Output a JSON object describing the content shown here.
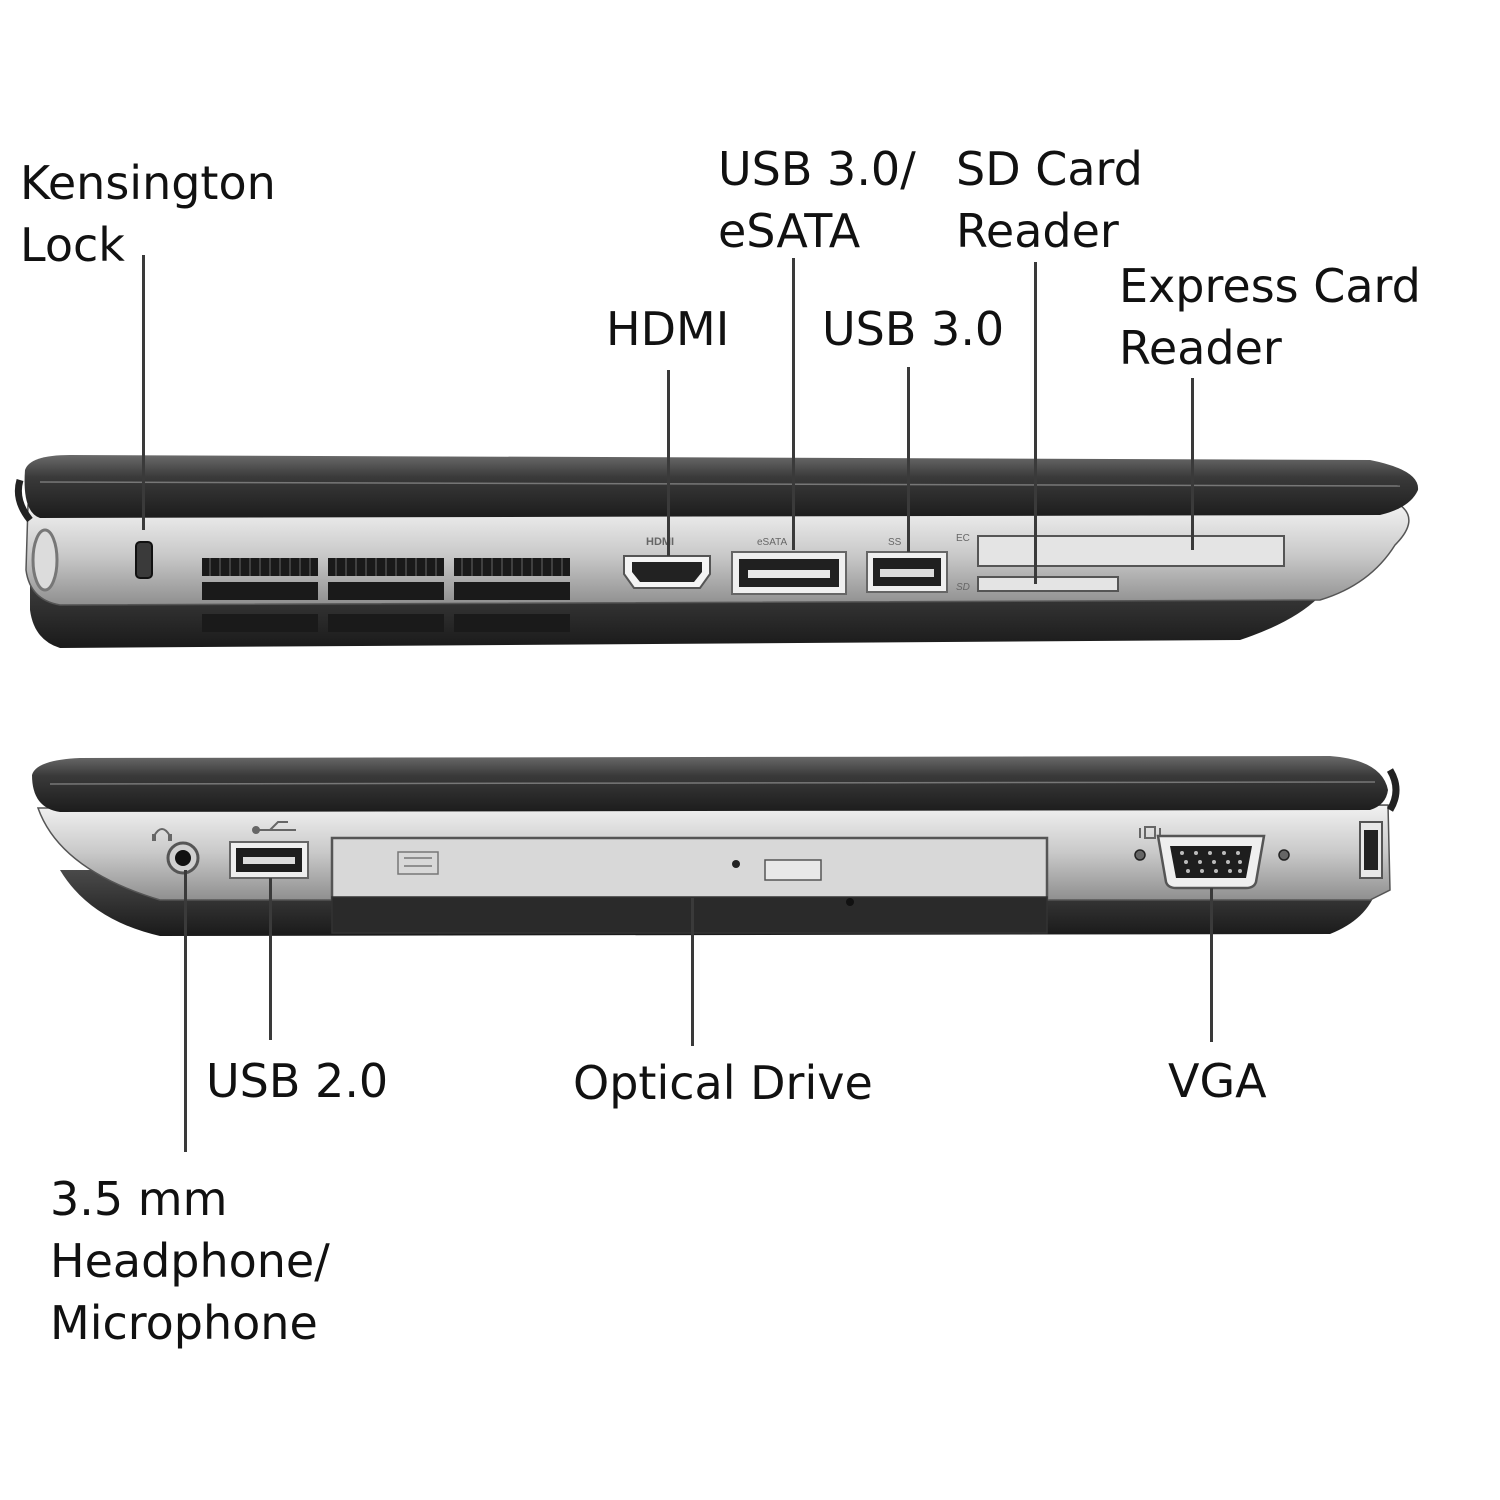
{
  "colors": {
    "background": "#ffffff",
    "lid": "#2f2f2f",
    "chassis_silver": "#c8c8c8",
    "base_dark": "#262626",
    "leader_line": "#3a3a3a",
    "label_text": "#111111"
  },
  "top_view": {
    "labels": {
      "kensington_line1": "Kensington",
      "kensington_line2": "Lock",
      "hdmi": "HDMI",
      "usb3_esata_line1": "USB 3.0/",
      "usb3_esata_line2": "eSATA",
      "usb3": "USB 3.0",
      "sd_line1": "SD Card",
      "sd_line2": "Reader",
      "express_line1": "Express Card",
      "express_line2": "Reader"
    },
    "port_marks": {
      "hdmi": "HDMI",
      "esata": "eSATA",
      "ss": "SS",
      "ec": "EC",
      "sd": "SD"
    }
  },
  "bottom_view": {
    "labels": {
      "usb2": "USB 2.0",
      "optical": "Optical Drive",
      "vga": "VGA",
      "audio_line1": "3.5 mm",
      "audio_line2": "Headphone/",
      "audio_line3": "Microphone"
    },
    "icons": [
      "headphone-icon",
      "usb-icon",
      "disc-logo-icon",
      "display-icon"
    ]
  }
}
